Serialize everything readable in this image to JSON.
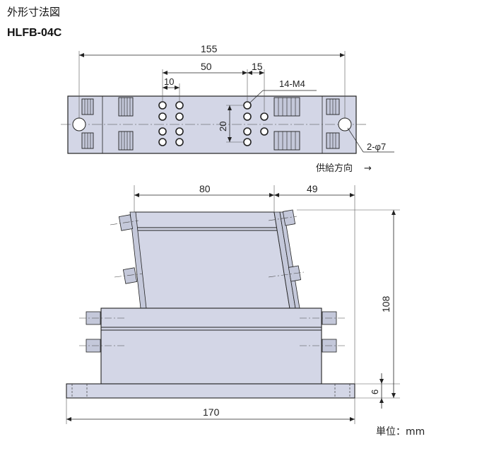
{
  "header": {
    "title": "外形寸法図",
    "model": "HLFB-04C"
  },
  "top_view": {
    "dims": {
      "overall": "155",
      "pitch_x": "50",
      "offset": "15",
      "hole_pitch": "10",
      "pitch_y": "20",
      "taps": "14-M4",
      "mount_holes": "2-φ7"
    },
    "feed_direction": "供給方向",
    "feed_arrow": "→"
  },
  "front_view": {
    "dims": {
      "top_width": "80",
      "offset": "49",
      "height": "108",
      "base_thickness": "6",
      "base_width": "170"
    }
  },
  "footer": {
    "unit": "単位：mm"
  },
  "colors": {
    "body_fill": "#d3d6e6",
    "line": "#222222"
  }
}
